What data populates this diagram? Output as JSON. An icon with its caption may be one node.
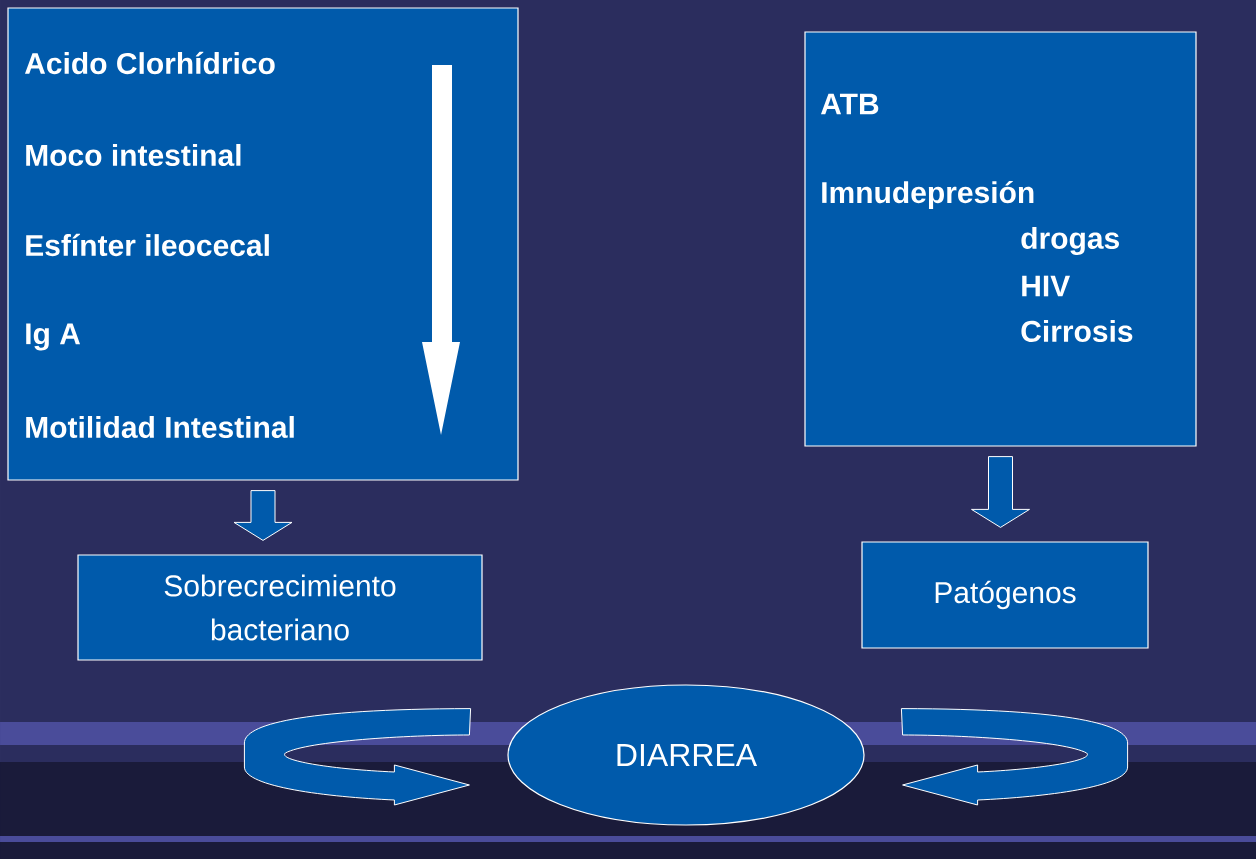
{
  "diagram": {
    "nodes": [
      {
        "text": [
          "Acido Clorhídrico",
          "Moco intestinal",
          "Esfínter ileocecal",
          "Ig A",
          "Motilidad Intestinal"
        ]
      },
      {
        "text": [
          "ATB",
          "Imnudepresión",
          "drogas",
          "HIV",
          "Cirrosis"
        ]
      },
      {
        "text": [
          "Sobrecrecimiento bacteriano"
        ]
      },
      {
        "text": [
          "Patógenos"
        ]
      },
      {
        "text": [
          "DIARREA"
        ]
      }
    ],
    "edges": [
      {
        "from": 0,
        "to": 2,
        "arrow": "to"
      },
      {
        "from": 1,
        "to": 3,
        "arrow": "to"
      },
      {
        "from": 2,
        "to": 4,
        "arrow": "to"
      },
      {
        "from": 3,
        "to": 4,
        "arrow": "to"
      }
    ]
  }
}
